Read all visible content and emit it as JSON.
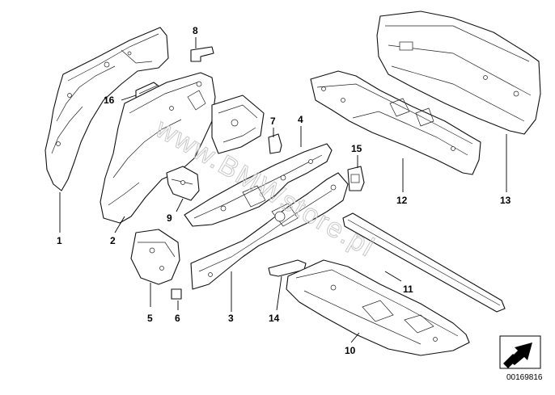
{
  "diagram": {
    "watermark": "www.BMWstore.pl",
    "diagram_id": "00169816",
    "icon": "orientation-arrow-icon",
    "callouts": [
      {
        "label": "1"
      },
      {
        "label": "2"
      },
      {
        "label": "3"
      },
      {
        "label": "4"
      },
      {
        "label": "5"
      },
      {
        "label": "6"
      },
      {
        "label": "7"
      },
      {
        "label": "8"
      },
      {
        "label": "9"
      },
      {
        "label": "10"
      },
      {
        "label": "11"
      },
      {
        "label": "12"
      },
      {
        "label": "13"
      },
      {
        "label": "14"
      },
      {
        "label": "15"
      },
      {
        "label": "16"
      }
    ]
  }
}
